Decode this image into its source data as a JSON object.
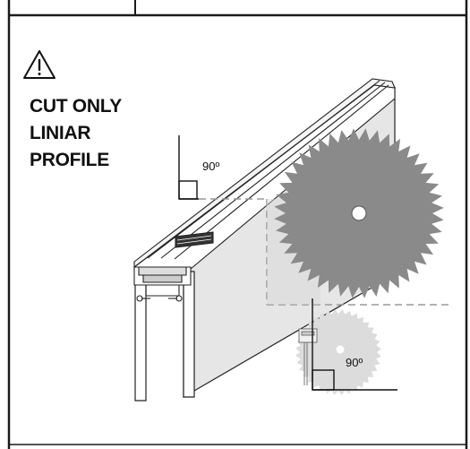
{
  "warning": {
    "icon": "warning-triangle-icon",
    "lines": [
      "CUT ONLY",
      "LINIAR",
      "PROFILE"
    ]
  },
  "angle_top": {
    "label": "90º"
  },
  "angle_bottom": {
    "label": "90º"
  },
  "colors": {
    "frame": "#1a1a1a",
    "blade": "#8a8a8a",
    "ghost_blade": "#dcdcdc",
    "panel": "#e6e6e6",
    "dashed_guide": "#999999"
  }
}
